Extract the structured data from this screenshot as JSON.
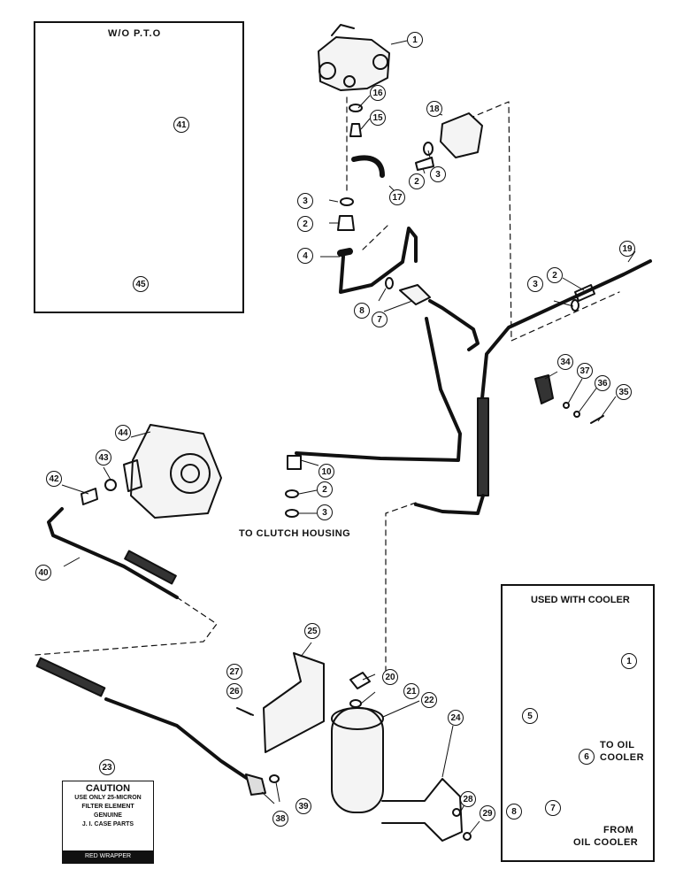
{
  "panels": {
    "wo_pto": {
      "title": "W/O P.T.O"
    },
    "cooler": {
      "title": "USED WITH COOLER",
      "to_cooler_1": "TO OIL",
      "to_cooler_2": "COOLER",
      "from_cooler_1": "FROM",
      "from_cooler_2": "OIL COOLER"
    }
  },
  "notes": {
    "clutch": "TO CLUTCH HOUSING"
  },
  "caution": {
    "title": "CAUTION",
    "line1": "USE ONLY 25-MICRON",
    "line2": "FILTER ELEMENT",
    "line3": "GENUINE",
    "line4": "J. I. CASE PARTS",
    "band": "RED WRAPPER"
  },
  "callouts": {
    "c1": "1",
    "c16": "16",
    "c15": "15",
    "c18": "18",
    "c17": "17",
    "c2a": "2",
    "c3a": "3",
    "c3b": "3",
    "c2b": "2",
    "c4": "4",
    "c8a": "8",
    "c7a": "7",
    "c19": "19",
    "c2c": "2",
    "c3c": "3",
    "c34": "34",
    "c37": "37",
    "c36": "36",
    "c35": "35",
    "c41": "41",
    "c45": "45",
    "c44": "44",
    "c43": "43",
    "c42": "42",
    "c40": "40",
    "c10": "10",
    "c2d": "2",
    "c3d": "3",
    "c25": "25",
    "c27": "27",
    "c26": "26",
    "c20": "20",
    "c21": "21",
    "c22": "22",
    "c24": "24",
    "c28": "28",
    "c29": "29",
    "c23": "23",
    "c38": "38",
    "c39": "39",
    "c1b": "1",
    "c5": "5",
    "c6": "6",
    "c8b": "8",
    "c7b": "7"
  }
}
